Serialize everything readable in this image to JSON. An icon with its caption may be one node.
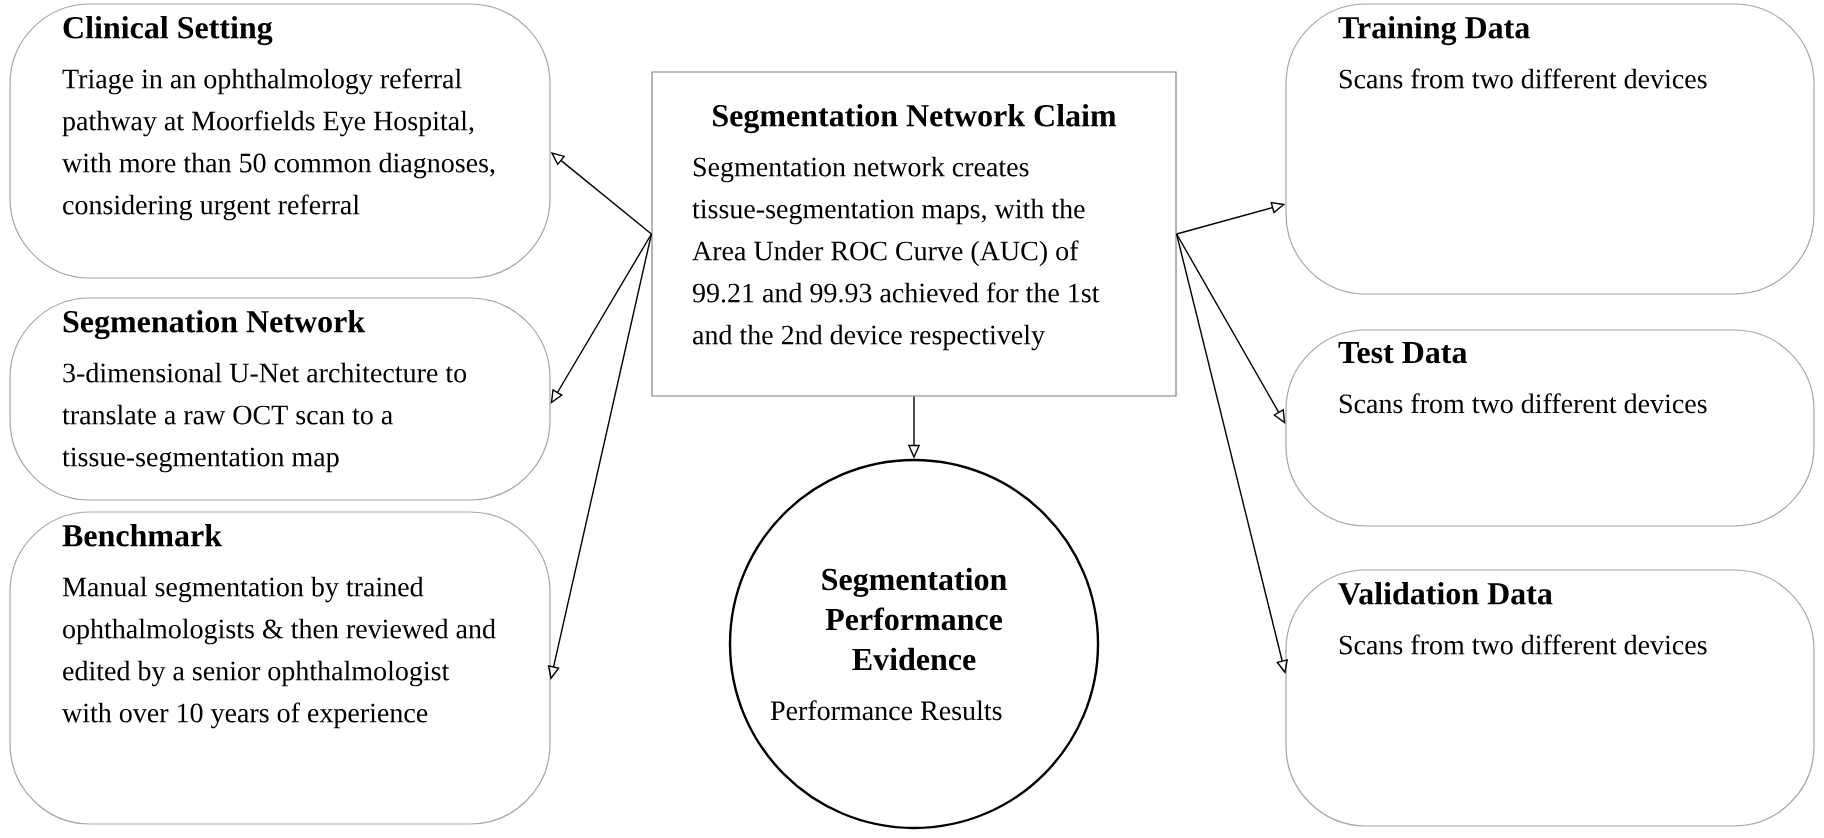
{
  "diagram": {
    "nodes": [
      {
        "text": [
          "Clinical Setting",
          "Triage in an ophthalmology referral pathway at Moorfields Eye Hospital, with more than 50 common diagnoses, considering urgent referral"
        ]
      },
      {
        "text": [
          "Segmenation Network",
          "3-dimensional U-Net architecture to translate a raw OCT scan to a tissue-segmentation map"
        ]
      },
      {
        "text": [
          "Benchmark",
          "Manual segmentation by trained ophthalmologists & then reviewed and edited by a senior ophthalmologist with over 10 years of experience"
        ]
      },
      {
        "text": [
          "Segmentation Network Claim",
          "Segmentation network creates tissue-segmentation maps, with the Area Under ROC Curve (AUC) of 99.21 and 99.93 achieved for the 1st and the 2nd device respectively"
        ]
      },
      {
        "text": [
          "Segmentation Performance Evidence",
          "Performance Results"
        ]
      },
      {
        "text": [
          "Training Data",
          "Scans from two different devices"
        ]
      },
      {
        "text": [
          "Test Data",
          "Scans from two different devices"
        ]
      },
      {
        "text": [
          "Validation Data",
          "Scans from two different devices"
        ]
      }
    ],
    "edges": [
      {
        "from": 3,
        "to": 0,
        "arrow": "to"
      },
      {
        "from": 3,
        "to": 1,
        "arrow": "to"
      },
      {
        "from": 3,
        "to": 2,
        "arrow": "to"
      },
      {
        "from": 3,
        "to": 4,
        "arrow": "to"
      },
      {
        "from": 3,
        "to": 5,
        "arrow": "to"
      },
      {
        "from": 3,
        "to": 6,
        "arrow": "to"
      },
      {
        "from": 3,
        "to": 7,
        "arrow": "to"
      }
    ]
  }
}
